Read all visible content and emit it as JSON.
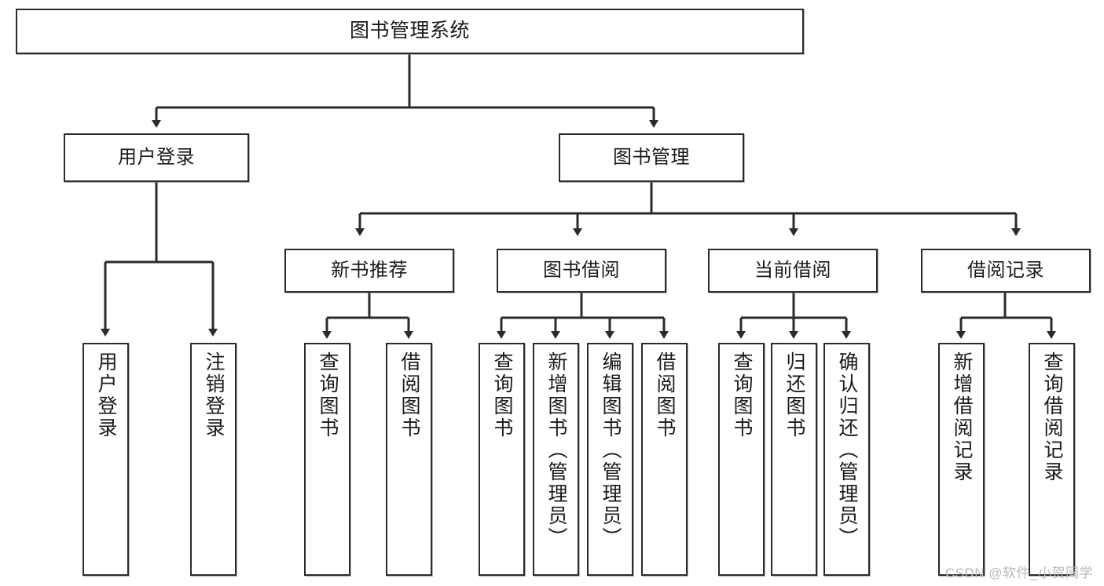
{
  "diagram": {
    "type": "tree-flowchart",
    "title": "图书管理系统",
    "watermark": "CSDN @软件_小贺同学",
    "colors": {
      "stroke": "#2b2b2b",
      "fill": "#ffffff",
      "text": "#1a1a1a",
      "watermark": "#b9b9b9"
    },
    "nodes": {
      "root": {
        "label": "图书管理系统"
      },
      "level1": [
        {
          "id": "user-login",
          "label": "用户登录"
        },
        {
          "id": "book-manage",
          "label": "图书管理"
        }
      ],
      "level2": [
        {
          "id": "new-book-rec",
          "label": "新书推荐"
        },
        {
          "id": "book-borrow",
          "label": "图书借阅"
        },
        {
          "id": "current-borrow",
          "label": "当前借阅"
        },
        {
          "id": "borrow-record",
          "label": "借阅记录"
        }
      ],
      "leaves": {
        "user-login": [
          {
            "id": "leaf-user-login",
            "label": "用户登录"
          },
          {
            "id": "leaf-user-logout",
            "label": "注销登录"
          }
        ],
        "new-book-rec": [
          {
            "id": "leaf-query-book-1",
            "label": "查询图书"
          },
          {
            "id": "leaf-borrow-book-1",
            "label": "借阅图书"
          }
        ],
        "book-borrow": [
          {
            "id": "leaf-query-book-2",
            "label": "查询图书"
          },
          {
            "id": "leaf-add-book",
            "label": "新增图书（管理员）"
          },
          {
            "id": "leaf-edit-book",
            "label": "编辑图书（管理员）"
          },
          {
            "id": "leaf-borrow-book-2",
            "label": "借阅图书"
          }
        ],
        "current-borrow": [
          {
            "id": "leaf-query-book-3",
            "label": "查询图书"
          },
          {
            "id": "leaf-return-book",
            "label": "归还图书"
          },
          {
            "id": "leaf-confirm-return",
            "label": "确认归还（管理员）"
          }
        ],
        "borrow-record": [
          {
            "id": "leaf-add-record",
            "label": "新增借阅记录"
          },
          {
            "id": "leaf-query-record",
            "label": "查询借阅记录"
          }
        ]
      }
    }
  }
}
